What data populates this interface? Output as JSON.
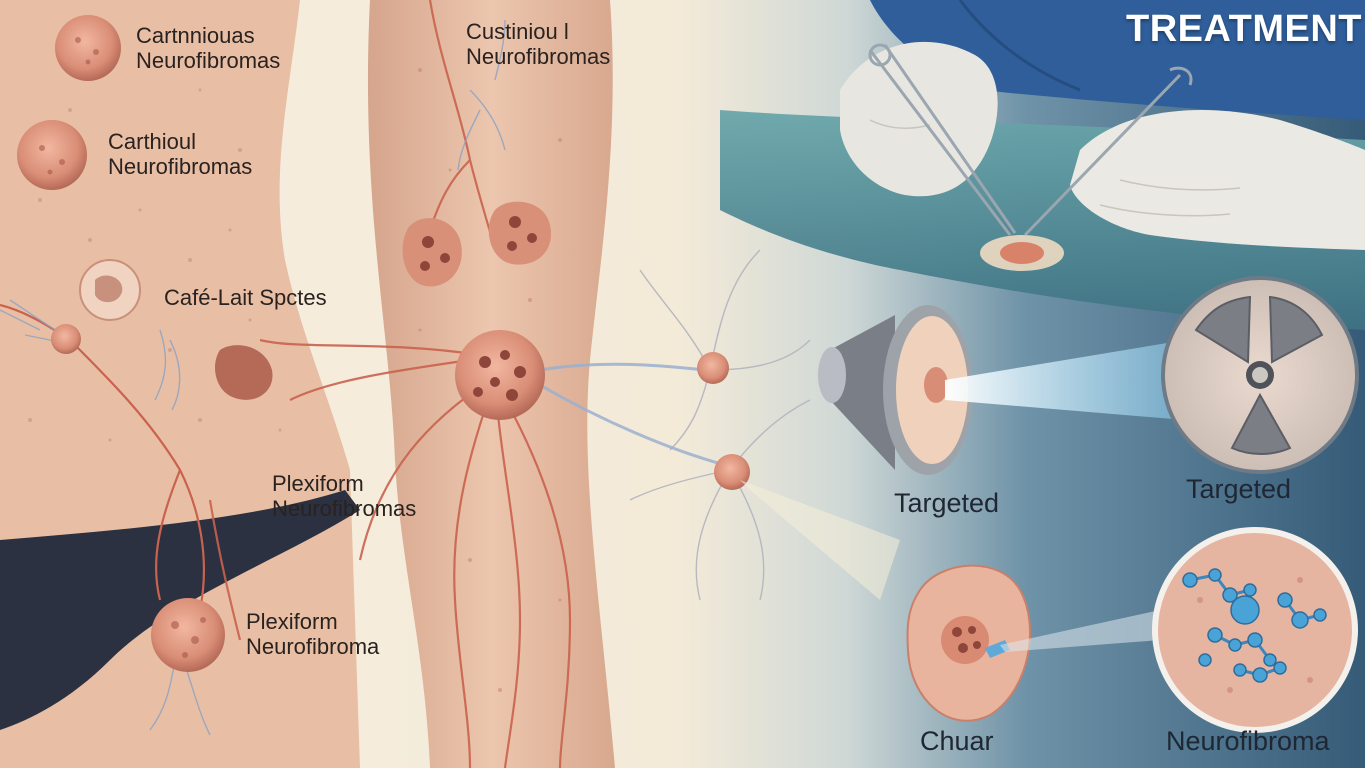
{
  "heading": "TREATMENT",
  "labels": {
    "cutaneous_top_left": [
      "Cartnniouas",
      "Neurofibromas"
    ],
    "cutaneous_top_mid": [
      "Custiniou l",
      "Neurofibromas"
    ],
    "cutaneous_left": [
      "Carthioul",
      "Neurofibromas"
    ],
    "cafe_lait": "Café-Lait Spctes",
    "plexiform_mid": [
      "Plexiform",
      "Neurofibromas"
    ],
    "plexiform_low": [
      "Plexiform",
      "Neurofibroma"
    ],
    "targeted_left": "Targeted",
    "targeted_right": "Targeted",
    "chuar": "Chuar",
    "neurofibroma": "Neurofibroma"
  },
  "colors": {
    "skin": "#e9c2a8",
    "background_left": "#f7eee0",
    "background_right": "#3f6784",
    "drape": "#5c9aa0",
    "gown": "#2f5e9a",
    "nerve": "#c9624e",
    "molecule": "#4aa3d6"
  }
}
